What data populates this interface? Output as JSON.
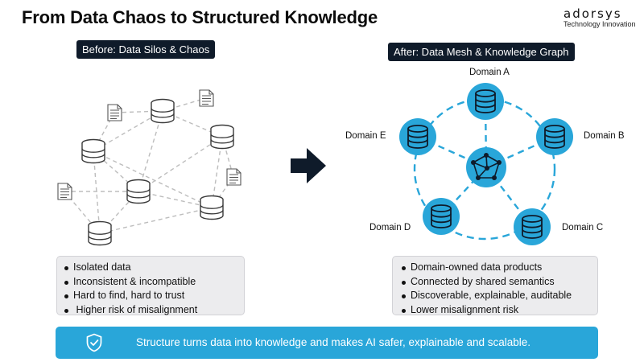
{
  "title": "From Data Chaos to Structured Knowledge",
  "logo": {
    "wordmark": "adorsys",
    "tagline": "Technology Innovation"
  },
  "before": {
    "label": "Before: Data Silos & Chaos",
    "bullets": [
      "Isolated data",
      "Inconsistent & incompatible",
      "Hard to find, hard to trust",
      " Higher risk of misalignment"
    ]
  },
  "after": {
    "label": "After: Data Mesh & Knowledge Graph",
    "domains": {
      "a": "Domain A",
      "b": "Domain B",
      "c": "Domain C",
      "d": "Domain D",
      "e": "Domain E"
    },
    "bullets": [
      "Domain-owned data products",
      "Connected by shared semantics",
      "Discoverable, explainable, auditable",
      "Lower misalignment risk"
    ]
  },
  "banner": {
    "text": "Structure turns data into knowledge and makes AI safer, explainable and scalable.",
    "icon": "shield-check-icon"
  },
  "colors": {
    "accent": "#29a6d9",
    "dark": "#0f1b2a",
    "panel": "#ececee"
  }
}
